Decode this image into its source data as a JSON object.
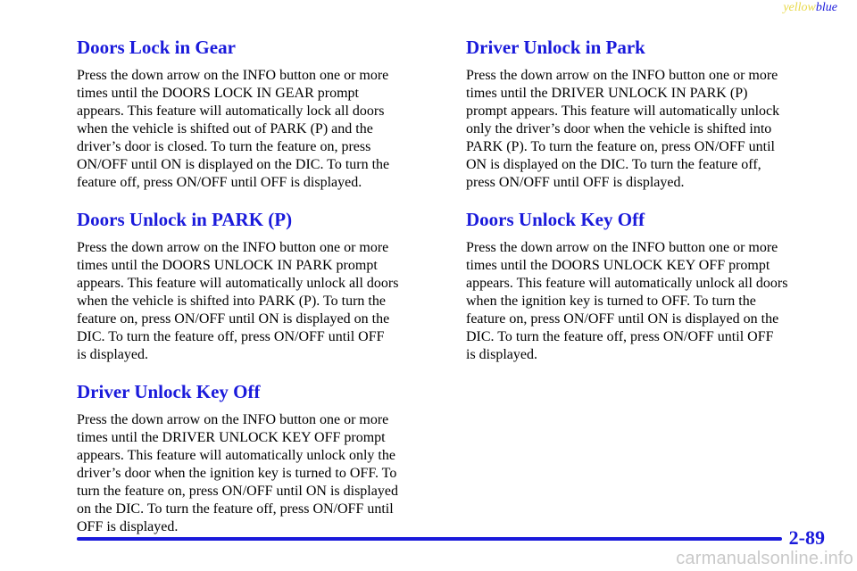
{
  "color_tag": {
    "yellow": "yellow",
    "blue": "blue"
  },
  "colors": {
    "heading": "#1a1adb",
    "rule": "#1a1adb",
    "tag_yellow": "#e8d94a",
    "tag_blue": "#1a1adb",
    "watermark": "#c9c9c9"
  },
  "left_column": [
    {
      "heading": "Doors Lock in Gear",
      "lines": [
        "Press the down arrow on the INFO button one or more",
        "times until the DOORS LOCK IN GEAR prompt",
        "appears. This feature will automatically lock all doors",
        "when the vehicle is shifted out of PARK (P) and the",
        "driver’s door is closed. To turn the feature on, press",
        "ON/OFF until ON is displayed on the DIC. To turn the",
        "feature off, press ON/OFF until OFF is displayed."
      ]
    },
    {
      "heading": "Doors Unlock in PARK (P)",
      "lines": [
        "Press the down arrow on the INFO button one or more",
        "times until the DOORS UNLOCK IN PARK prompt",
        "appears. This feature will automatically unlock all doors",
        "when the vehicle is shifted into PARK (P). To turn the",
        "feature on, press ON/OFF until ON is displayed on the",
        "DIC. To turn the feature off, press ON/OFF until OFF",
        "is displayed."
      ]
    },
    {
      "heading": "Driver Unlock Key Off",
      "lines": [
        "Press the down arrow on the INFO button one or more",
        "times until the DRIVER UNLOCK KEY OFF prompt",
        "appears. This feature will automatically unlock only the",
        "driver’s door when the ignition key is turned to OFF. To",
        "turn the feature on, press ON/OFF until ON is displayed",
        "on the DIC. To turn the feature off, press ON/OFF until",
        "OFF is displayed."
      ]
    }
  ],
  "right_column": [
    {
      "heading": "Driver Unlock in Park",
      "lines": [
        "Press the down arrow on the INFO button one or more",
        "times until the DRIVER UNLOCK IN PARK (P)",
        "prompt appears. This feature will automatically unlock",
        "only the driver’s door when the vehicle is shifted into",
        "PARK (P). To turn the feature on, press ON/OFF until",
        "ON is displayed on the DIC. To turn the feature off,",
        "press ON/OFF until OFF is displayed."
      ]
    },
    {
      "heading": "Doors Unlock Key Off",
      "lines": [
        "Press the down arrow on the INFO button one or more",
        "times until the DOORS UNLOCK KEY OFF prompt",
        "appears. This feature will automatically unlock all doors",
        "when the ignition key is turned to OFF. To turn the",
        "feature on, press ON/OFF until ON is displayed on the",
        "DIC. To turn the feature off, press ON/OFF until OFF",
        "is displayed."
      ]
    }
  ],
  "page_number": "2-89",
  "watermark": "carmanualsonline.info"
}
